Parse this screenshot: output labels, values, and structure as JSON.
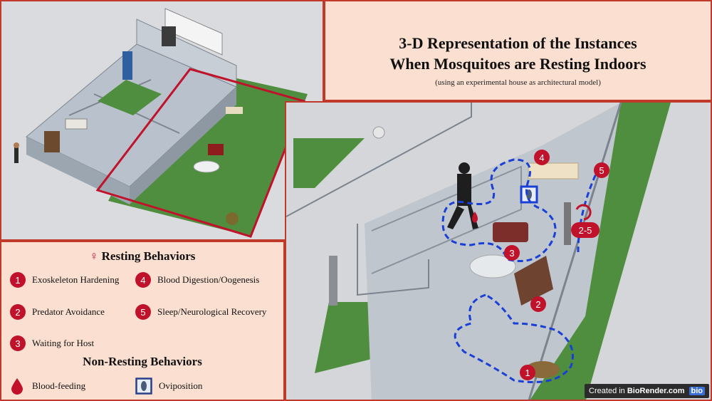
{
  "title": {
    "line1": "3-D Representation of the Instances",
    "line2": "When Mosquitoes are Resting Indoors",
    "subtitle": "(using an experimental house as architectural model)"
  },
  "legend": {
    "resting_heading": "Resting Behaviors",
    "female_symbol": "♀",
    "resting_items": [
      {
        "num": "1",
        "label": "Exoskeleton Hardening"
      },
      {
        "num": "2",
        "label": "Predator Avoidance"
      },
      {
        "num": "3",
        "label": "Waiting for Host"
      },
      {
        "num": "4",
        "label": "Blood Digestion/Oogenesis"
      },
      {
        "num": "5",
        "label": "Sleep/Neurological Recovery"
      }
    ],
    "nonresting_heading": "Non-Resting Behaviors",
    "nonresting_items": [
      {
        "icon": "blood-drop-icon",
        "label": "Blood-feeding"
      },
      {
        "icon": "oviposition-icon",
        "label": "Oviposition"
      }
    ]
  },
  "markers": {
    "m1": "1",
    "m2": "2",
    "m3": "3",
    "m4": "4",
    "m5": "5",
    "m25": "2-5"
  },
  "badge": {
    "prefix": "Created in",
    "brand": "BioRender.com",
    "logo": "bio"
  },
  "colors": {
    "accent_red": "#c0122a",
    "panel_bg": "#fbe0d2",
    "path_blue": "#1a3fd6",
    "floor_grey": "#c3c8cf",
    "lawn_green": "#3f8a3a"
  }
}
